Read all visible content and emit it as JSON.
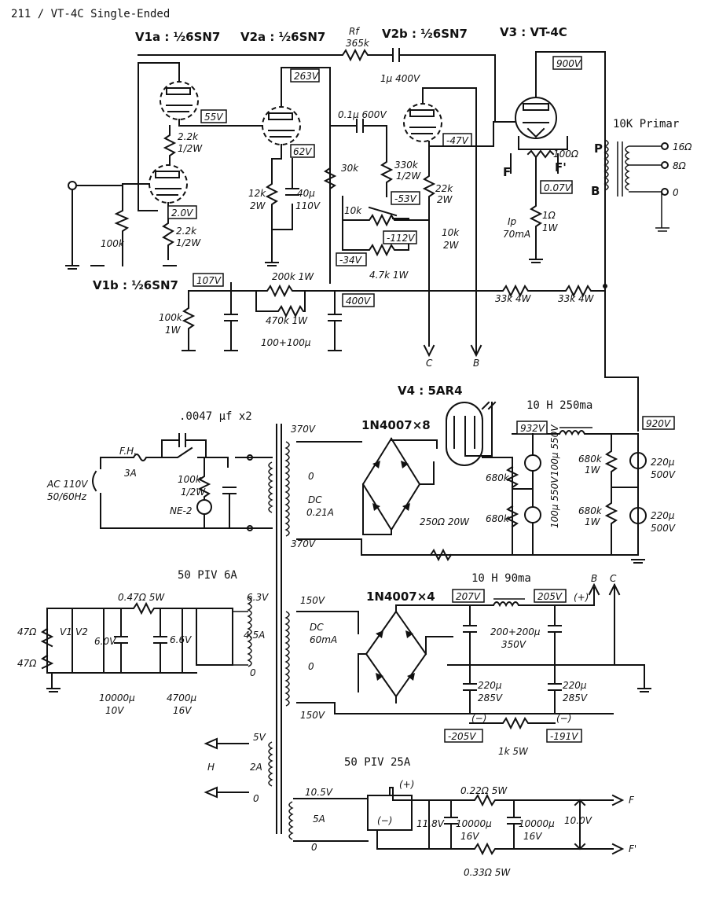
{
  "title": "211 / VT-4C Single-Ended",
  "tubes": {
    "v1a": "V1a : ½6SN7",
    "v1b": "V1b : ½6SN7",
    "v2a": "V2a : ½6SN7",
    "v2b": "V2b : ½6SN7",
    "v3": "V3 : VT-4C",
    "v4": "V4 : 5AR4"
  },
  "feedback": {
    "label": "Rf",
    "value": "365k"
  },
  "voltage_boxes": {
    "v1a_cathode": "55V",
    "v1b_cathode": "2.0V",
    "v2a_plate": "263V",
    "v2a_cathode": "62V",
    "v2b_cathode": "-47V",
    "v3_plate": "900V",
    "v3_filament": "0.07V",
    "bias_a": "-53V",
    "bias_b": "-112V",
    "bias_c": "-34V",
    "rail_107": "107V",
    "rail_400": "400V",
    "hv_932": "932V",
    "hv_920": "920V",
    "lv_207": "207V",
    "lv_205": "205V",
    "neg_205": "-205V",
    "neg_191": "-191V"
  },
  "labels": {
    "r_2_2k_a": "2.2k",
    "r_half_w_a": "1/2W",
    "r_2_2k_b": "2.2k",
    "r_half_w_b": "1/2W",
    "pot_100k": "100k",
    "r_12k": "12k",
    "r_12k_w": "2W",
    "c_40u": "40μ",
    "c_40u_v": "110V",
    "c_01u": "0.1μ 600V",
    "c_1u": "1μ 400V",
    "r_30k": "30k",
    "r_330k": "330k",
    "r_330k_w": "1/2W",
    "r_22k": "22k",
    "r_22k_w": "2W",
    "pot_10k_a": "10k",
    "pot_10k_b": "10k",
    "pot_10k_b_w": "2W",
    "r_4_7k": "4.7k 1W",
    "r_100ohm": "100Ω",
    "r_1ohm": "1Ω",
    "r_1ohm_w": "1W",
    "ip_label": "Ip",
    "ip_value": "70mA",
    "f_label": "F",
    "fp_label": "F'",
    "transformer_primary": "10K Primar",
    "out_16": "16Ω",
    "out_8": "8Ω",
    "out_0": "0",
    "tp_p": "P",
    "tp_b": "B",
    "r_200k": "200k 1W",
    "r_470k": "470k 1W",
    "c_100_100": "100+100μ",
    "r_100k_1w": "100k",
    "r_100k_1w_w": "1W",
    "r_33k_a": "33k 4W",
    "r_33k_b": "33k 4W",
    "node_c": "C",
    "node_b": "B",
    "cap_0047": ".0047 μf x2",
    "fuse": "F.H.",
    "fuse_rating": "3A",
    "ac_in": "AC 110V",
    "ac_freq": "50/60Hz",
    "r_100k_neon": "100k",
    "r_100k_neon_w": "1/2W",
    "neon": "NE-2",
    "hv_370_top": "370V",
    "hv_0": "0",
    "hv_dc": "DC",
    "hv_current": "0.21A",
    "hv_370_bot": "370V",
    "diodes_hv": "1N4007×8",
    "choke_hv": "10 H 250ma",
    "r_680k_a": "680k",
    "r_680k_b": "680k",
    "r_680k_c": "680k",
    "r_680k_c_w": "1W",
    "r_680k_d": "680k",
    "r_680k_d_w": "1W",
    "c_100u_550_a": "100μ 550V",
    "c_100u_550_b": "100μ 550V",
    "r_250": "250Ω 20W",
    "c_220_a": "220μ",
    "c_220_a_v": "500V",
    "c_220_b": "220μ",
    "c_220_b_v": "500V",
    "bridge_6a": "50 PIV 6A",
    "r_47_a": "47Ω",
    "r_47_b": "47Ω",
    "v1_label": "V1",
    "v2_label": "V2",
    "v_6_0": "6.0V",
    "v_6_6": "6.6V",
    "r_047": "0.47Ω 5W",
    "c_10000_a": "10000μ",
    "c_10000_a_v": "10V",
    "c_4700": "4700μ",
    "c_4700_v": "16V",
    "sec_6_3": "6.3V",
    "sec_4_5": "4.5A",
    "sec_0_a": "0",
    "lv_150_top": "150V",
    "lv_dc": "DC",
    "lv_current": "60mA",
    "lv_0": "0",
    "lv_150_bot": "150V",
    "diodes_lv": "1N4007×4",
    "choke_lv": "10 H 90ma",
    "plus_a": "(+)",
    "c_200_200": "200+200μ",
    "c_200_200_v": "350V",
    "c_220_285_a": "220μ",
    "c_220_285_a_v": "285V",
    "c_220_285_b": "220μ",
    "c_220_285_b_v": "285V",
    "minus_a": "(−)",
    "minus_b": "(−)",
    "r_1k": "1k 5W",
    "node_b2": "B",
    "node_c2": "C",
    "h_label": "H",
    "sec_5v": "5V",
    "sec_2a": "2A",
    "sec_0_b": "0",
    "bridge_25a": "50 PIV 25A",
    "sec_10_5": "10.5V",
    "sec_5a": "5A",
    "sec_0_c": "0",
    "plus_b": "(+)",
    "minus_c": "(−)",
    "v_11_8": "11.8V",
    "c_10000_b": "10000μ",
    "c_10000_b_v": "16V",
    "c_10000_c": "10000μ",
    "c_10000_c_v": "16V",
    "v_10_0": "10.0V",
    "r_022": "0.22Ω 5W",
    "r_033": "0.33Ω 5W",
    "out_f": "F",
    "out_fp": "F'"
  }
}
